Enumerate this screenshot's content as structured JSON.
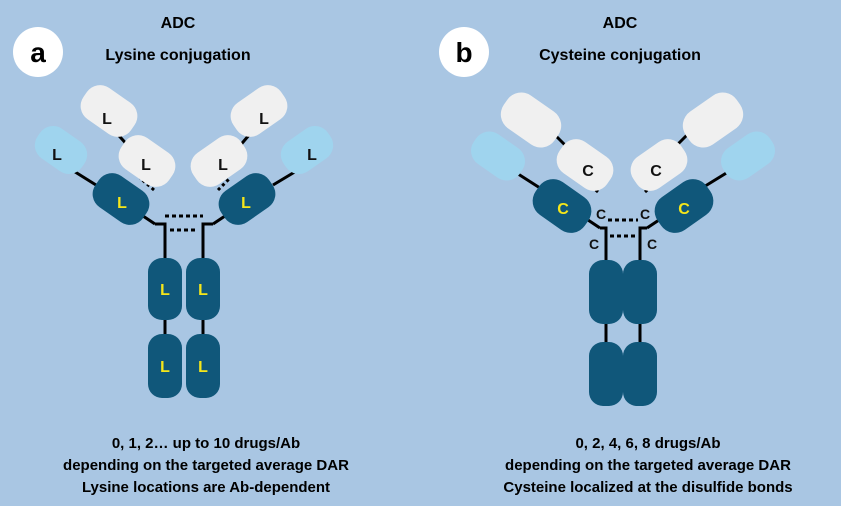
{
  "panels": [
    {
      "badge": "a",
      "title1": "ADC",
      "title2": "Lysine conjugation",
      "light_chain_label": "L",
      "heavy_variable_label": "L",
      "heavy_constant_label": "L",
      "footer": [
        "0, 1, 2… up to 10 drugs/Ab",
        "depending on the targeted average DAR",
        "Lysine locations are Ab-dependent"
      ]
    },
    {
      "badge": "b",
      "title1": "ADC",
      "title2": "Cysteine conjugation",
      "light_chain_label": "C",
      "heavy_variable_label": "C",
      "hinge_label": "C",
      "footer": [
        "0, 2, 4, 6, 8 drugs/Ab",
        "depending on the targeted average DAR",
        "Cysteine localized at the disulfide bonds"
      ]
    }
  ],
  "colors": {
    "background": "#a9c6e3",
    "heavy_chain": "#10577a",
    "light_chain_outer": "#9fd4ee",
    "light_chain_white": "#f0f0f0",
    "drug_label_on_dark": "#f5e61a",
    "drug_label_on_light": "#111111"
  }
}
